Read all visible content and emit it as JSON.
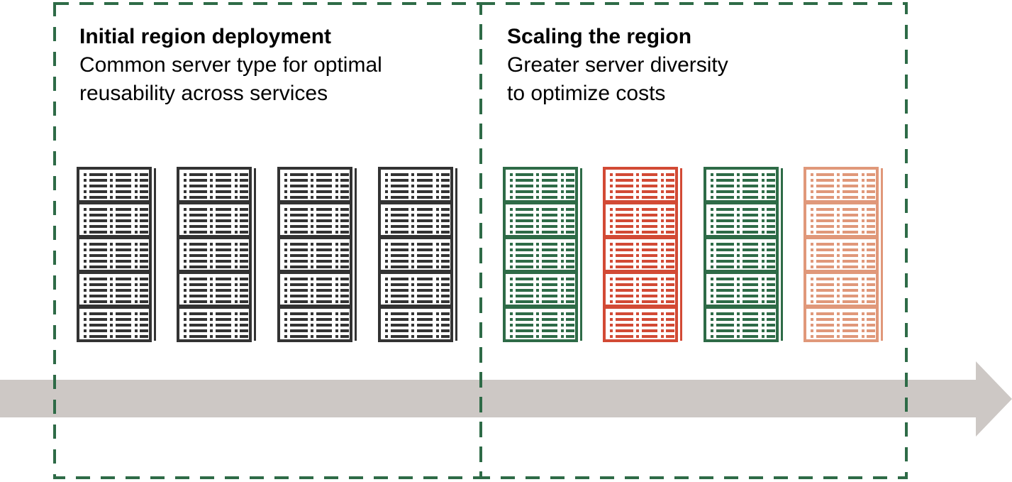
{
  "phases": [
    {
      "title": "Initial region deployment",
      "subtitle_lines": [
        "Common server type for optimal",
        "reusability across services"
      ],
      "server_colors": [
        "#333333",
        "#333333",
        "#333333",
        "#333333"
      ]
    },
    {
      "title": "Scaling the region",
      "subtitle_lines": [
        "Greater server diversity",
        "to optimize costs"
      ],
      "server_colors": [
        "#2e6b47",
        "#d24a35",
        "#2e6b47",
        "#e0987a"
      ]
    }
  ],
  "colors": {
    "border": "#2e6b47",
    "arrow": "#cdc8c5"
  }
}
